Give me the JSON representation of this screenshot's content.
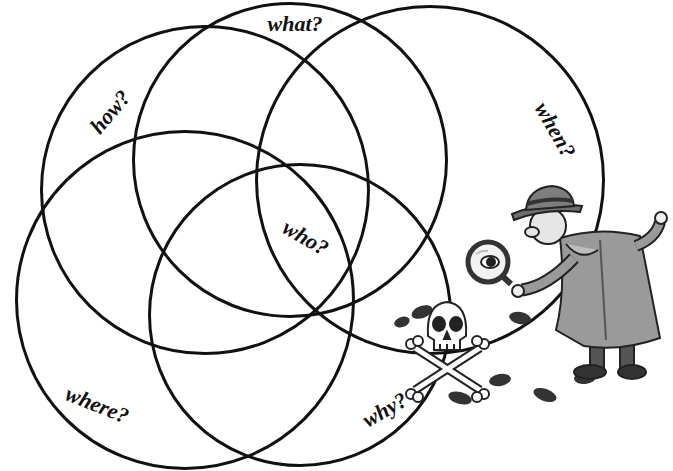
{
  "diagram": {
    "nodes": [
      {
        "text": [
          "what?"
        ]
      },
      {
        "text": [
          "how?"
        ]
      },
      {
        "text": [
          "when?"
        ]
      },
      {
        "text": [
          "where?"
        ]
      },
      {
        "text": [
          "why?"
        ]
      }
    ],
    "labels": [
      "who?"
    ]
  }
}
